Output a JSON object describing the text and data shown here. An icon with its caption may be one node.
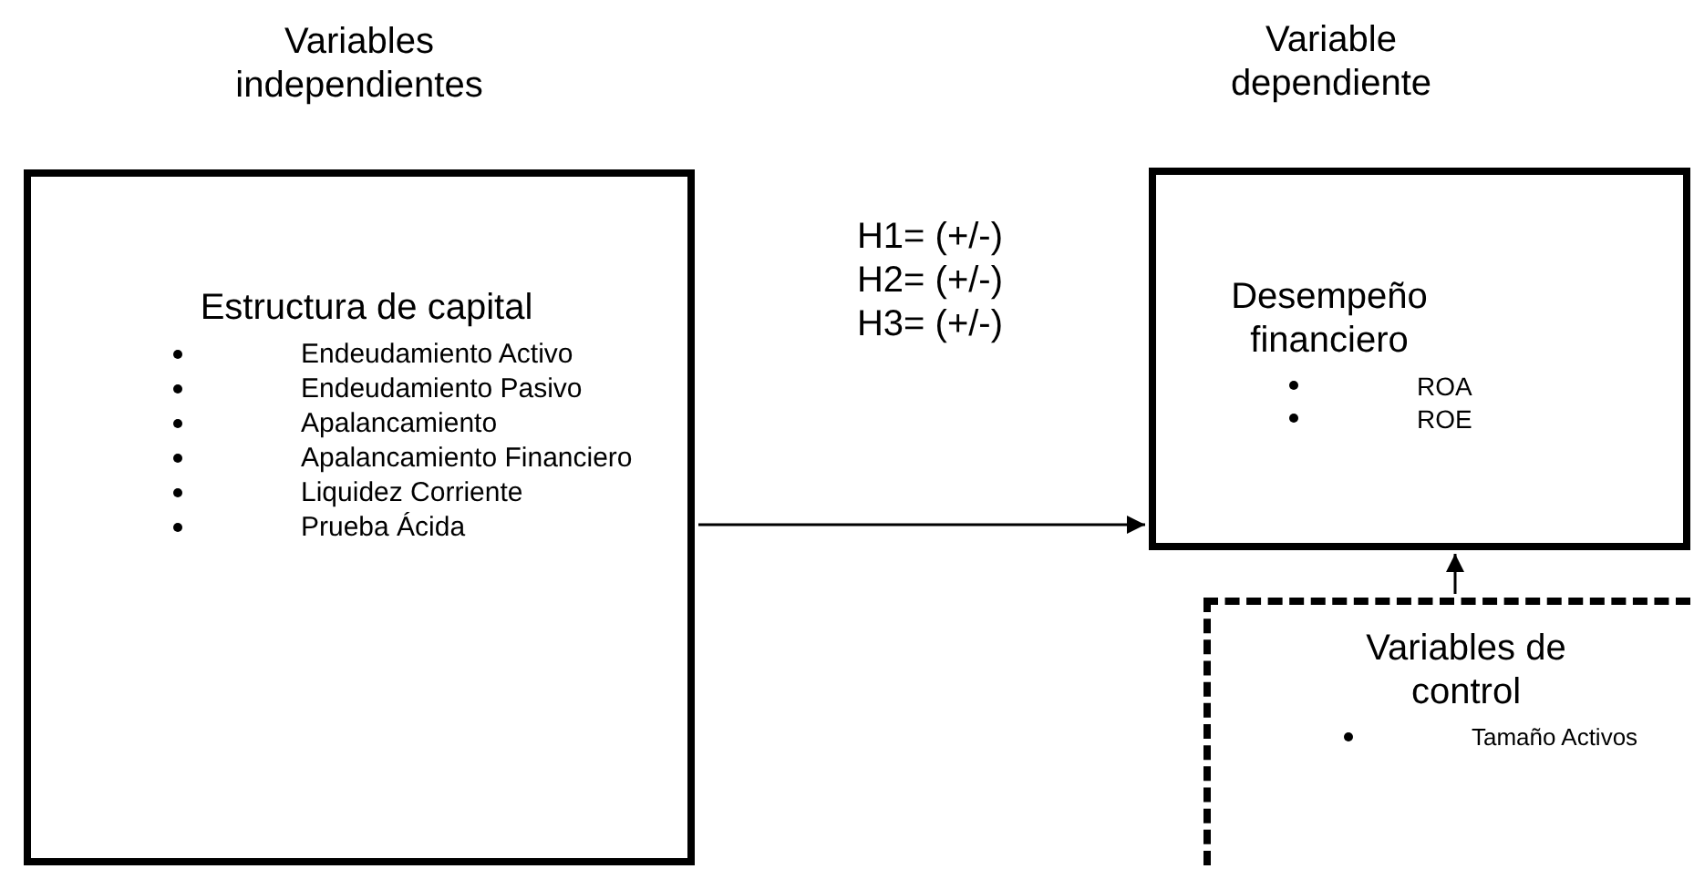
{
  "diagram": {
    "nodes": [
      {
        "text": [
          "Variables independientes",
          "Estructura de capital",
          "Endeudamiento Activo",
          "Endeudamiento Pasivo",
          "Apalancamiento",
          "Apalancamiento Financiero",
          "Liquidez Corriente",
          "Prueba Ácida"
        ]
      },
      {
        "text": [
          "Variable dependiente",
          "Desempeño financiero",
          "ROA",
          "ROE"
        ]
      },
      {
        "text": [
          "Variables de control",
          "Tamaño Activos"
        ]
      }
    ],
    "edges": [
      {
        "from": 0,
        "to": 1,
        "arrow": "to",
        "label": "H1= (+/-) H2= (+/-) H3= (+/-)"
      },
      {
        "from": 2,
        "to": 1,
        "arrow": "to"
      }
    ]
  }
}
